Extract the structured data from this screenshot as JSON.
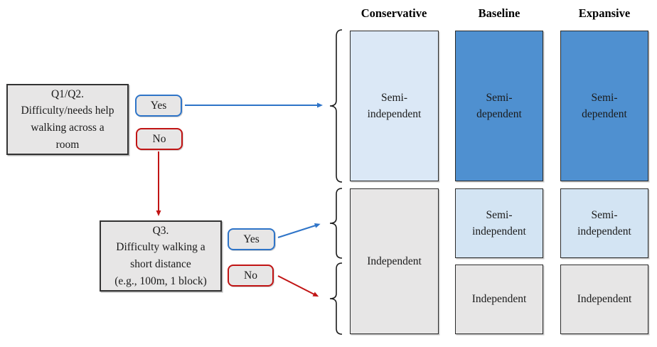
{
  "figure": {
    "title_hint": "Walking-difficulty classification decision tree",
    "columns": [
      {
        "id": "conservative",
        "label": "Conservative"
      },
      {
        "id": "baseline",
        "label": "Baseline"
      },
      {
        "id": "expansive",
        "label": "Expansive"
      }
    ],
    "flow": {
      "q12_box": [
        "Q1/Q2.",
        "Difficulty/needs help",
        "walking across a",
        "room"
      ],
      "q12_yes": "Yes",
      "q12_no": "No",
      "q3_box": [
        "Q3.",
        "Difficulty walking a",
        "short distance",
        "(e.g., 100m, 1 block)"
      ],
      "q3_yes": "Yes",
      "q3_no": "No"
    },
    "outcomes": {
      "conservative_top": [
        "Semi-",
        "independent"
      ],
      "conservative_bottom": "Independent",
      "baseline_top": [
        "Semi-",
        "dependent"
      ],
      "baseline_middle": [
        "Semi-",
        "independent"
      ],
      "baseline_bottom": "Independent",
      "expansive_top": [
        "Semi-",
        "dependent"
      ],
      "expansive_middle": [
        "Semi-",
        "independent"
      ],
      "expansive_bottom": "Independent"
    },
    "colors": {
      "medium_blue": "#4f90d0",
      "light_blue": "#dbe8f6",
      "light_blue_mid": "#d3e4f3",
      "gray_fill": "#e7e6e6",
      "blue_accent": "#2e74c8",
      "red_accent": "#c11414",
      "line_black": "#1a1a1a"
    }
  }
}
